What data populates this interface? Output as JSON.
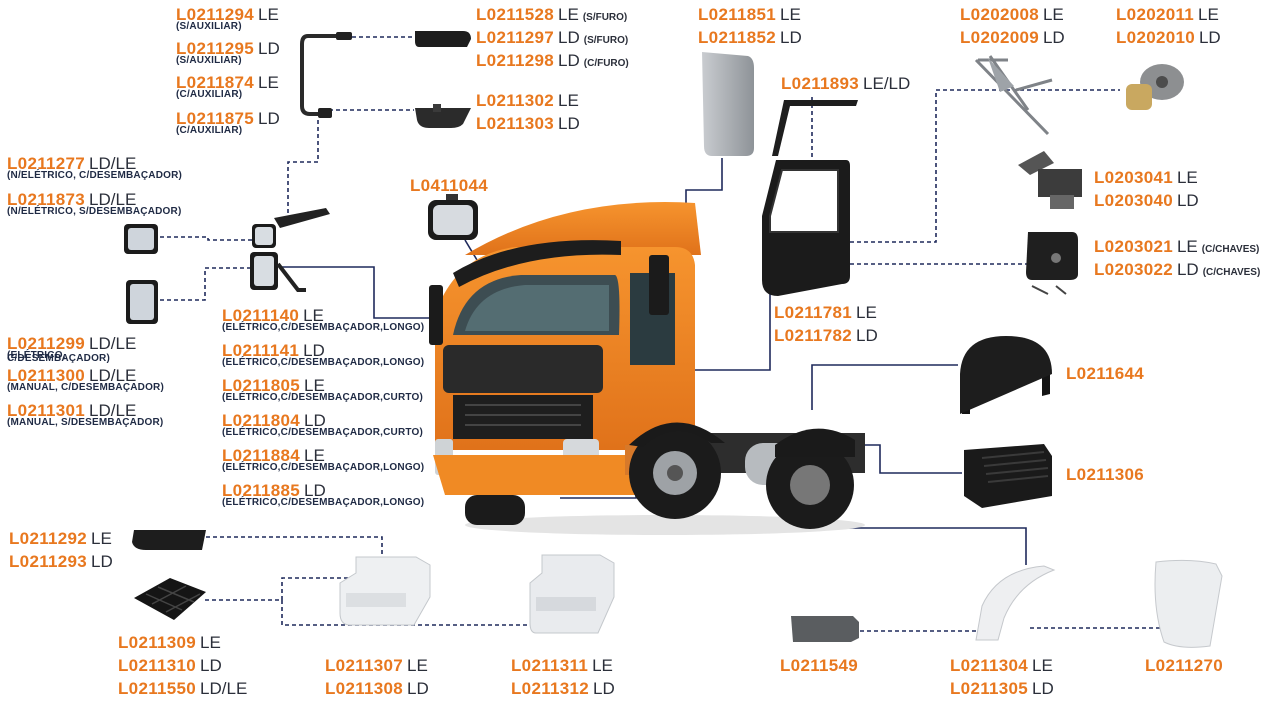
{
  "colors": {
    "code": "#e8781f",
    "side": "#2b2f3a",
    "line": "#1f2a5c",
    "truck": "#f08a24"
  },
  "groups": {
    "mirror_top": [
      {
        "code": "L0211294",
        "side": "LE",
        "sub": "(S/AUXILIAR)"
      },
      {
        "code": "L0211295",
        "side": "LD",
        "sub": "(S/AUXILIAR)"
      },
      {
        "code": "L0211874",
        "side": "LE",
        "sub": "(C/AUXILIAR)"
      },
      {
        "code": "L0211875",
        "side": "LD",
        "sub": "(C/AUXILIAR)"
      }
    ],
    "cover_top": [
      {
        "code": "L0211528",
        "side": "LE",
        "note": "(S/FURO)"
      },
      {
        "code": "L0211297",
        "side": "LD",
        "note": "(S/FURO)"
      },
      {
        "code": "L0211298",
        "side": "LD",
        "note": "(C/FURO)"
      }
    ],
    "cover_bottom": [
      {
        "code": "L0211302",
        "side": "LE"
      },
      {
        "code": "L0211303",
        "side": "LD"
      }
    ],
    "panel": [
      {
        "code": "L0211851",
        "side": "LE"
      },
      {
        "code": "L0211852",
        "side": "LD"
      }
    ],
    "deflector": [
      {
        "code": "L0211893",
        "side": "LE/LD"
      }
    ],
    "regulator": [
      {
        "code": "L0202008",
        "side": "LE"
      },
      {
        "code": "L0202009",
        "side": "LD"
      }
    ],
    "motor": [
      {
        "code": "L0202011",
        "side": "LE"
      },
      {
        "code": "L0202010",
        "side": "LD"
      }
    ],
    "lock": [
      {
        "code": "L0203041",
        "side": "LE"
      },
      {
        "code": "L0203040",
        "side": "LD"
      }
    ],
    "handle": [
      {
        "code": "L0203021",
        "side": "LE",
        "note": "(C/CHAVES)"
      },
      {
        "code": "L0203022",
        "side": "LD",
        "note": "(C/CHAVES)"
      }
    ],
    "door": [
      {
        "code": "L0211781",
        "side": "LE"
      },
      {
        "code": "L0211782",
        "side": "LD"
      }
    ],
    "fender": [
      {
        "code": "L0211644",
        "side": ""
      }
    ],
    "battery": [
      {
        "code": "L0211306",
        "side": ""
      }
    ],
    "glass_small": [
      {
        "code": "L0211277",
        "side": "LD/LE",
        "sub": "(N/ELÉTRICO, C/DESEMBAÇADOR)"
      },
      {
        "code": "L0211873",
        "side": "LD/LE",
        "sub": "(N/ELÉTRICO, S/DESEMBAÇADOR)"
      }
    ],
    "interior_mirror": [
      {
        "code": "L0411044",
        "side": ""
      }
    ],
    "glass_big": [
      {
        "code": "L0211299",
        "side": "LD/LE",
        "sub": "(ELÉTRICO,"
      },
      {
        "code": "",
        "side": "",
        "sub": "C/DESEMBAÇADOR)"
      },
      {
        "code": "L0211300",
        "side": "LD/LE",
        "sub": "(MANUAL, C/DESEMBAÇADOR)"
      },
      {
        "code": "L0211301",
        "side": "LD/LE",
        "sub": "(MANUAL, S/DESEMBAÇADOR)"
      }
    ],
    "mirror_assy": [
      {
        "code": "L0211140",
        "side": "LE",
        "sub": "(ELÉTRICO,C/DESEMBAÇADOR,LONGO)"
      },
      {
        "code": "L0211141",
        "side": "LD",
        "sub": "(ELÉTRICO,C/DESEMBAÇADOR,LONGO)"
      },
      {
        "code": "L0211805",
        "side": "LE",
        "sub": "(ELÉTRICO,C/DESEMBAÇADOR,CURTO)"
      },
      {
        "code": "L0211804",
        "side": "LD",
        "sub": "(ELÉTRICO,C/DESEMBAÇADOR,CURTO)"
      },
      {
        "code": "L0211884",
        "side": "LE",
        "sub": "(ELÉTRICO,C/DESEMBAÇADOR,LONGO)"
      },
      {
        "code": "L0211885",
        "side": "LD",
        "sub": "(ELÉTRICO,C/DESEMBAÇADOR,LONGO)"
      }
    ],
    "step_trim": [
      {
        "code": "L0211292",
        "side": "LE"
      },
      {
        "code": "L0211293",
        "side": "LD"
      }
    ],
    "step_plate": [
      {
        "code": "L0211309",
        "side": "LE"
      },
      {
        "code": "L0211310",
        "side": "LD"
      },
      {
        "code": "L0211550",
        "side": "LD/LE"
      }
    ],
    "step_a": [
      {
        "code": "L0211307",
        "side": "LE"
      },
      {
        "code": "L0211308",
        "side": "LD"
      }
    ],
    "step_b": [
      {
        "code": "L0211311",
        "side": "LE"
      },
      {
        "code": "L0211312",
        "side": "LD"
      }
    ],
    "mudflap": [
      {
        "code": "L0211549",
        "side": ""
      }
    ],
    "wheel_arch": [
      {
        "code": "L0211304",
        "side": "LE"
      },
      {
        "code": "L0211305",
        "side": "LD"
      }
    ],
    "splash": [
      {
        "code": "L0211270",
        "side": ""
      }
    ]
  }
}
